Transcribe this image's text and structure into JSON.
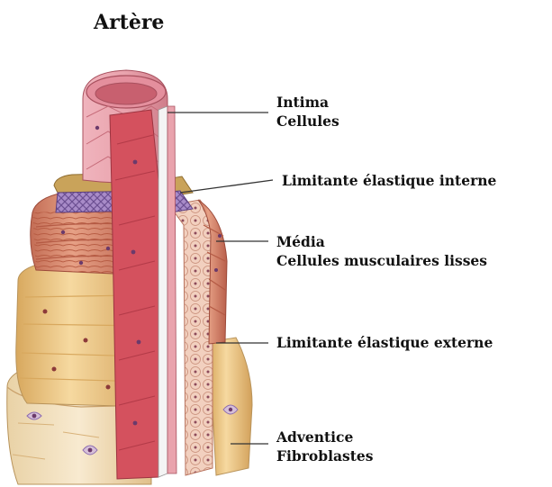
{
  "title": "Artère",
  "labels": {
    "intima": {
      "line1": "Intima",
      "line2": "Cellules"
    },
    "limitante_interne": {
      "line1": "Limitante élastique interne"
    },
    "media": {
      "line1": "Média",
      "line2": "Cellules musculaires lisses"
    },
    "limitante_externe": {
      "line1": "Limitante élastique externe"
    },
    "adventice": {
      "line1": "Adventice",
      "line2": "Fibroblastes"
    }
  },
  "colors": {
    "intima": "#e9a3ad",
    "intima_dark": "#c56a78",
    "inner_stripe": "#d4515e",
    "limitante": "#c9a35a",
    "limitante_mesh": "#8c6bb0",
    "media": "#d98a70",
    "media_dark": "#b85e4a",
    "media_section": "#efc9b5",
    "adventice": "#efc98a",
    "adventice_dark": "#d8a85e",
    "fibro_outer": "#f5e6c8",
    "nucleus": "#6b3a6b"
  }
}
